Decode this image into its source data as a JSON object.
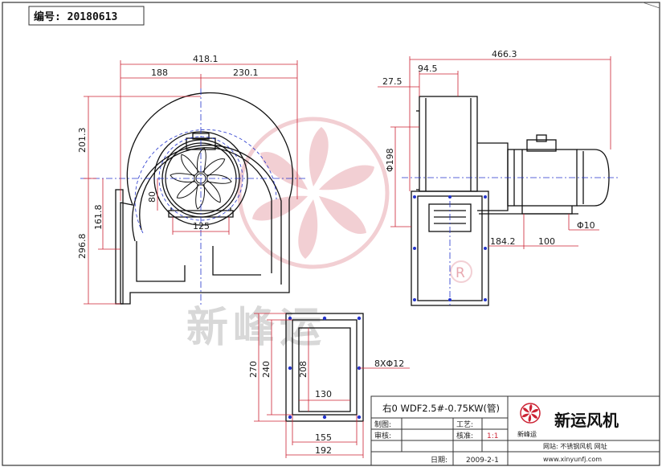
{
  "header": {
    "code_label": "编号: 20180613"
  },
  "dimensions": {
    "front_total_width": "418.1",
    "front_left_width": "188",
    "front_right_width": "230.1",
    "front_height_top": "201.3",
    "front_outlet_height": "161.8",
    "front_total_height": "296.8",
    "inlet_height": "80",
    "inlet_width": "125",
    "side_total_width": "466.3",
    "side_housing_depth": "94.5",
    "side_offset": "27.5",
    "side_inlet_dia": "Φ198",
    "side_base_len": "184.2",
    "side_base_hole_pitch": "100",
    "side_hole_dia": "Φ10",
    "flange_outer_h": "270",
    "flange_inner_h": "240",
    "flange_hole_h": "208",
    "flange_hole_w": "130",
    "flange_mid_w": "155",
    "flange_outer_w": "192",
    "flange_holes": "8XΦ12"
  },
  "watermark": {
    "text": "新峰运",
    "registered": "R"
  },
  "title_block": {
    "model": "右0 WDF2.5#-0.75KW(管)",
    "brand": "新运风机",
    "logo_caption": "新峰运",
    "row_draw": "制图:",
    "row_review": "审核:",
    "row_process": "工艺:",
    "row_approve": "核准:",
    "scale": "1:1",
    "date_label": "日期:",
    "date": "2009-2-1",
    "website_label": "网站: 不锈钢风机 网址",
    "website": "www.xinyunfj.com"
  },
  "colors": {
    "line": "#111111",
    "dim": "#cc2233",
    "center": "#2233cc",
    "watermark_red": "#e8a8b0",
    "logo_red": "#cc2233"
  }
}
